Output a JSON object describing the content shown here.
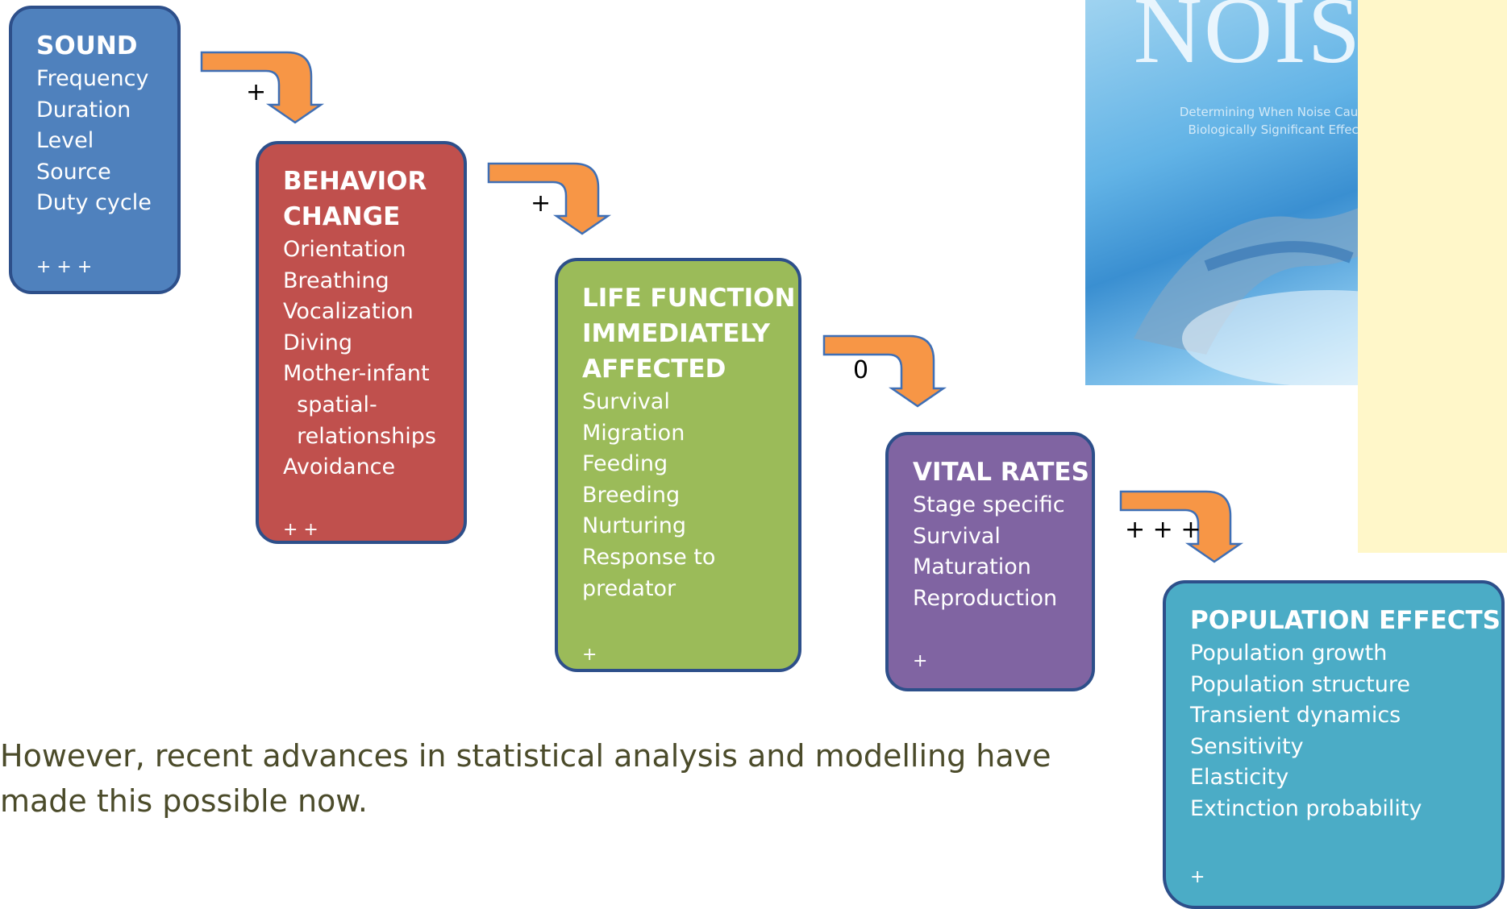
{
  "boxes": {
    "sound": {
      "title_lines": [
        "SOUND"
      ],
      "items": [
        "Frequency",
        "Duration",
        "Level",
        "Source",
        "Duty cycle"
      ],
      "rating": "+ + +",
      "color": "#4f81bd"
    },
    "behavior": {
      "title_lines": [
        "BEHAVIOR",
        "CHANGE"
      ],
      "items": [
        "Orientation",
        "Breathing",
        "Vocalization",
        "Diving",
        "Mother-infant",
        "  spatial-",
        "  relationships",
        "Avoidance"
      ],
      "rating": "+ +",
      "color": "#c0504d"
    },
    "life_function": {
      "title_lines": [
        "LIFE FUNCTION",
        "IMMEDIATELY",
        "AFFECTED"
      ],
      "items": [
        "Survival",
        "Migration",
        "Feeding",
        "Breeding",
        "Nurturing",
        "Response to",
        "predator"
      ],
      "rating": "+",
      "color": "#9bbb59"
    },
    "vital_rates": {
      "title_lines": [
        "VITAL RATES"
      ],
      "items": [
        "Stage specific",
        "Survival",
        "Maturation",
        "Reproduction"
      ],
      "rating": "+",
      "color": "#8064a2"
    },
    "population": {
      "title_lines": [
        "POPULATION EFFECTS"
      ],
      "items": [
        "Population growth",
        "Population structure",
        "Transient dynamics",
        "Sensitivity",
        "Elasticity",
        "Extinction probability"
      ],
      "rating": "+",
      "color": "#4bacc6"
    }
  },
  "connectors": [
    {
      "label": "+"
    },
    {
      "label": "+"
    },
    {
      "label": "0"
    },
    {
      "label": "+ + +"
    }
  ],
  "arrow_color": "#f79646",
  "cover": {
    "title": "NOISE",
    "subtitle": "Determining When Noise Causes Biologically Significant Effects"
  },
  "caption": "However, recent advances in statistical analysis and modelling have made this possible now."
}
